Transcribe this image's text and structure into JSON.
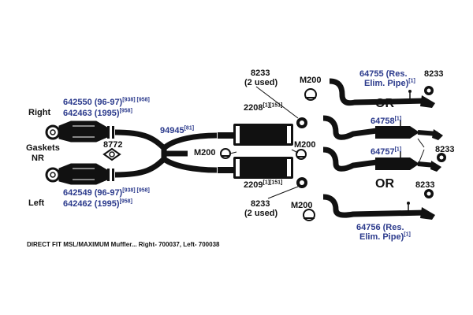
{
  "colors": {
    "ink": "#111111",
    "part_blue": "#2b3a8c",
    "background": "#ffffff"
  },
  "labels": {
    "right": "Right",
    "left": "Left",
    "gaskets": "Gaskets",
    "nr": "NR",
    "or_top": "OR",
    "or_bottom": "OR",
    "used_top": "(2 used)",
    "used_bottom": "(2 used)",
    "res_top_a": "64755 (Res.",
    "res_top_b": "Elim. Pipe)",
    "res_bottom_a": "64756 (Res.",
    "res_bottom_b": "Elim. Pipe)"
  },
  "parts": {
    "p642550": "642550 (96-97)",
    "p642550_sup": "[938] [958]",
    "p642463": "642463 (1995)",
    "p642463_sup": "[958]",
    "p642549": "642549 (96-97)",
    "p642549_sup": "[938] [958]",
    "p642462": "642462 (1995)",
    "p642462_sup": "[958]",
    "p8772": "8772",
    "p94945": "94945",
    "p94945_sup": "[81]",
    "m200_mid": "M200",
    "m200_center": "M200",
    "m200_top": "M200",
    "m200_bottom": "M200",
    "p2208": "2208",
    "p2208_sup": "[1][151]",
    "p2209": "2209",
    "p2209_sup": "[1][151]",
    "p8233_tl": "8233",
    "p8233_tr": "8233",
    "p8233_mr": "8233",
    "p8233_bl": "8233",
    "p8233_br": "8233",
    "p64755_sup": "[1]",
    "p64758": "64758",
    "p64758_sup": "[1]",
    "p64757": "64757",
    "p64757_sup": "[1]",
    "p64756_sup": "[1]"
  },
  "footer": {
    "note": "DIRECT FIT MSL/MAXIMUM Muffler... Right- 700037, Left- 700038"
  }
}
